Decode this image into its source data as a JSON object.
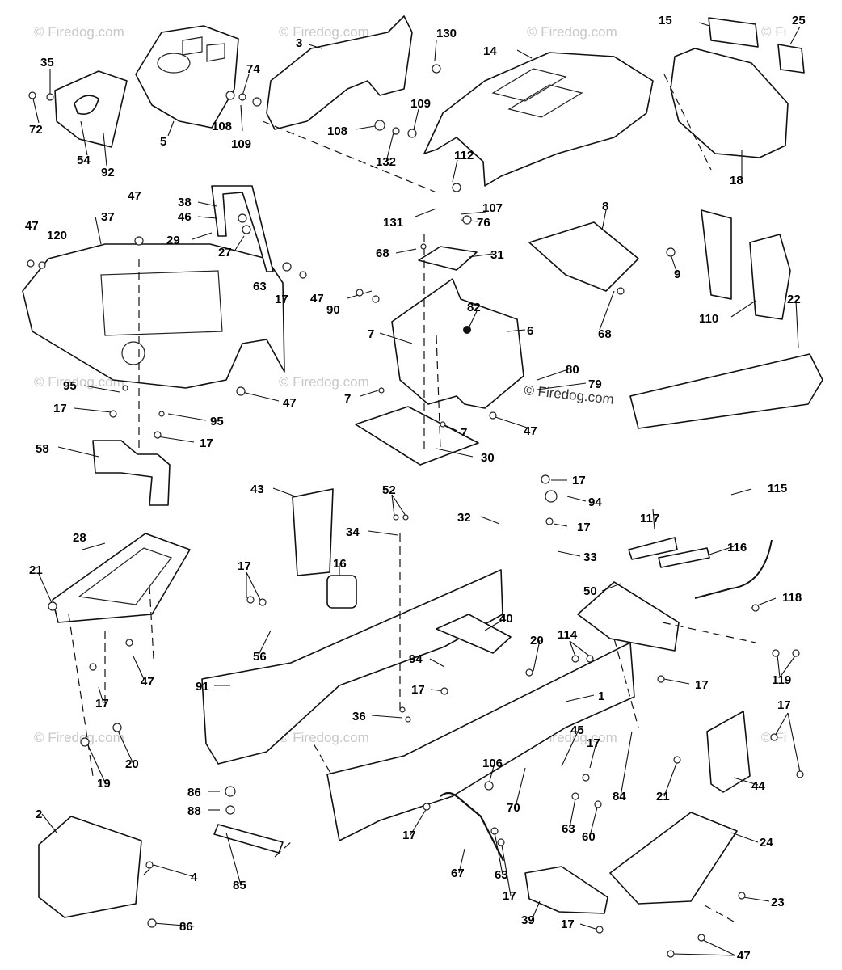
{
  "watermark": {
    "text": "© Firedog.com",
    "text_short": "© Fi",
    "text_dark": "© Firedog.com"
  },
  "part_numbers": [
    "1",
    "2",
    "3",
    "4",
    "5",
    "6",
    "7",
    "8",
    "9",
    "14",
    "15",
    "16",
    "17",
    "18",
    "19",
    "20",
    "21",
    "22",
    "23",
    "24",
    "25",
    "27",
    "28",
    "29",
    "30",
    "31",
    "32",
    "33",
    "34",
    "35",
    "36",
    "37",
    "38",
    "39",
    "40",
    "43",
    "44",
    "45",
    "46",
    "47",
    "50",
    "52",
    "54",
    "56",
    "58",
    "60",
    "63",
    "67",
    "68",
    "70",
    "72",
    "74",
    "76",
    "79",
    "80",
    "82",
    "84",
    "85",
    "86",
    "88",
    "90",
    "91",
    "92",
    "94",
    "95",
    "106",
    "107",
    "108",
    "109",
    "110",
    "112",
    "114",
    "115",
    "116",
    "117",
    "118",
    "119",
    "120",
    "130",
    "131",
    "132"
  ],
  "labels": {
    "l15": "15",
    "l25": "25",
    "l3": "3",
    "l130": "130",
    "l14": "14",
    "l35": "35",
    "l72": "72",
    "l54": "54",
    "l92": "92",
    "l5": "5",
    "l74": "74",
    "l108a": "108",
    "l109a": "109",
    "l108b": "108",
    "l109b": "109",
    "l132": "132",
    "l112": "112",
    "l18": "18",
    "l47a": "47",
    "l120": "120",
    "l37": "37",
    "l47b": "47",
    "l38": "38",
    "l46": "46",
    "l29": "29",
    "l27": "27",
    "l63a": "63",
    "l17a": "17",
    "l131": "131",
    "l107": "107",
    "l76": "76",
    "l8": "8",
    "l9": "9",
    "l68a": "68",
    "l31": "31",
    "l47c": "47",
    "l90": "90",
    "l82": "82",
    "l6": "6",
    "l7a": "7",
    "l110": "110",
    "l22": "22",
    "l68b": "68",
    "l80": "80",
    "l79": "79",
    "l95a": "95",
    "l47d": "47",
    "l7b": "7",
    "l17b": "17",
    "l95b": "95",
    "l47e": "47",
    "l7c": "7",
    "l17c": "17",
    "l58": "58",
    "l30": "30",
    "l43": "43",
    "l52": "52",
    "l17d": "17",
    "l94a": "94",
    "l115": "115",
    "l32": "32",
    "l34": "34",
    "l17e": "17",
    "l117": "117",
    "l33": "33",
    "l116": "116",
    "l28": "28",
    "l16": "16",
    "l21a": "21",
    "l17f": "17",
    "l50": "50",
    "l118": "118",
    "l40": "40",
    "l114": "114",
    "l56": "56",
    "l20a": "20",
    "l94b": "94",
    "l47f": "47",
    "l119": "119",
    "l17g": "17",
    "l91": "91",
    "l17h": "17",
    "l1": "1",
    "l17i": "17",
    "l17j": "17",
    "l36": "36",
    "l45": "45",
    "l17k": "17",
    "l20b": "20",
    "l106": "106",
    "l19": "19",
    "l21b": "21",
    "l44": "44",
    "l70": "70",
    "l84": "84",
    "l86a": "86",
    "l88": "88",
    "l63b": "63",
    "l60": "60",
    "l17l": "17",
    "l2": "2",
    "l4": "4",
    "l85": "85",
    "l67": "67",
    "l63c": "63",
    "l17m": "17",
    "l24": "24",
    "l23": "23",
    "l39": "39",
    "l86b": "86",
    "l17n": "17",
    "l47g": "47"
  }
}
